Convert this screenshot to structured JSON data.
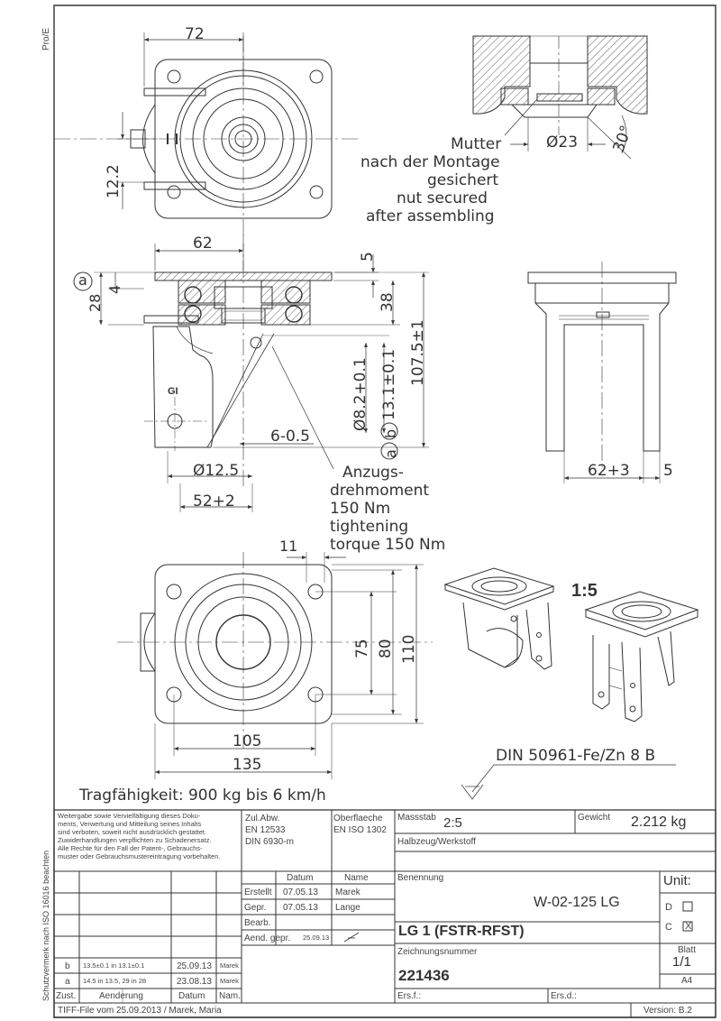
{
  "side_labels": {
    "proe": "Pro/E",
    "protection": "Schutzvermerk nach ISO 16016 beachten"
  },
  "top_view": {
    "dim_width": "72",
    "dim_offset": "12.2"
  },
  "detail": {
    "dia": "Ø23",
    "angle": "30°",
    "note": [
      "Mutter",
      "nach der Montage",
      "gesichert",
      "nut secured",
      "after assembling"
    ]
  },
  "side_view": {
    "dim_62": "62",
    "dim_5": "5",
    "dim_28": "28",
    "dim_4": "4",
    "dim_38": "38",
    "dim_1075": "107.5±1",
    "dim_131": "13.1±0.1",
    "dim_82": "Ø8.2+0.1",
    "dim_605": "6-0.5",
    "dim_125": "Ø12.5",
    "dim_522": "52+2",
    "marker_a": "a",
    "marker_b": "b",
    "gi": "GI",
    "torque": [
      "Anzugs-",
      "drehmoment",
      "150 Nm",
      "tightening",
      "torque 150 Nm"
    ]
  },
  "front_view": {
    "dim_62_3": "62+3",
    "dim_5": "5"
  },
  "bottom_view": {
    "dim_11": "11",
    "dim_75": "75",
    "dim_80": "80",
    "dim_110": "110",
    "dim_105": "105",
    "dim_135": "135"
  },
  "scale_iso": "1:5",
  "din": "DIN 50961-Fe/Zn 8 B",
  "capacity": "Tragfähigkeit: 900 kg bis 6 km/h",
  "title_block": {
    "legal": [
      "Weitergabe sowie Vervielfältigung dieses Doku-",
      "ments, Verwertung und Mitteilung seines Inhalts",
      "sind verboten, soweit nicht ausdrücklich gestattet.",
      "Zuwiderhandlungen verpflichten zu Schadenersatz.",
      "Alle Rechte für den Fall der Patent-, Gebrauchs-",
      "muster oder Gebrauchsmustereintragung vorbehalten."
    ],
    "zul_abw": "Zul.Abw.",
    "en12533": "EN 12533",
    "din6930": "DIN 6930-m",
    "oberflaeche": "Oberflaeche",
    "en1302": "EN ISO 1302",
    "massstab_label": "Massstab",
    "massstab_value": "2:5",
    "gewicht_label": "Gewicht",
    "gewicht_value": "2.212 kg",
    "halbzeug": "Halbzeug/Werkstoff",
    "datum_header": "Datum",
    "name_header": "Name",
    "erstellt": "Erstellt",
    "erstellt_date": "07.05.13",
    "erstellt_name": "Marek",
    "gepr": "Gepr.",
    "gepr_date": "07.05.13",
    "gepr_name": "Lange",
    "bearb": "Bearb.",
    "aend": "Aend. gepr.",
    "aend_date": "25.09.13",
    "benennung_label": "Benennung",
    "part_code": "W-02-125 LG",
    "part_name": "LG 1 (FSTR-RFST)",
    "zeichnungsnummer_label": "Zeichnungsnummer",
    "drawing_no": "221436",
    "unit_label": "Unit:",
    "unit_d": "D",
    "unit_c": "C",
    "unit_c_checked": "X",
    "blatt_label": "Blatt",
    "blatt_value": "1/1",
    "format": "A4",
    "ers_f": "Ers.f.:",
    "ers_d": "Ers.d.:",
    "rev_b_label": "b",
    "rev_b_text": "13.5±0.1 in 13.1±0.1",
    "rev_b_date": "25.09.13",
    "rev_b_name": "Marek",
    "rev_a_label": "a",
    "rev_a_text": "14.5 in 13.5, 29 in 28",
    "rev_a_date": "23.08.13",
    "rev_a_name": "Marek",
    "col_zust": "Zust.",
    "col_aenderung": "Aenderung",
    "col_datum": "Datum",
    "col_nam": "Nam.",
    "footer": "TIFF-File vom 25.09.2013 / Marek, Maria",
    "version": "Version: B.2"
  }
}
